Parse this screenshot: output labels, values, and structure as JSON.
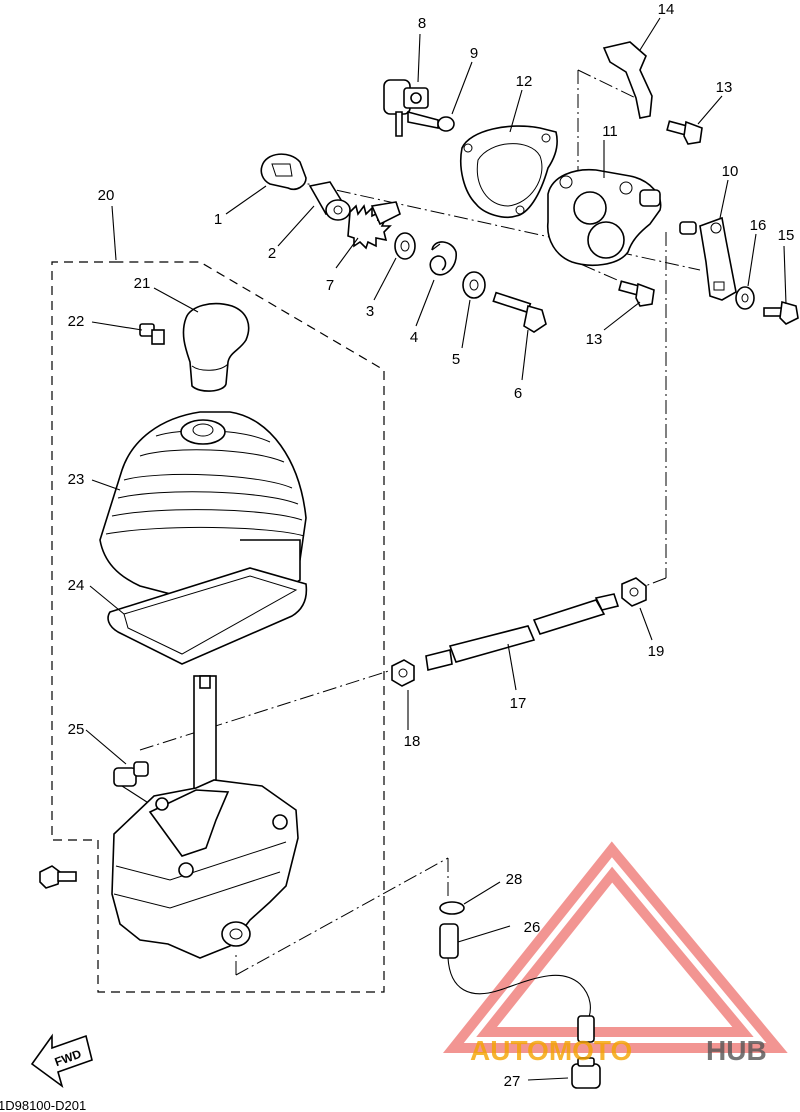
{
  "diagram": {
    "callouts": [
      {
        "id": "c1",
        "text": "1"
      },
      {
        "id": "c2",
        "text": "2"
      },
      {
        "id": "c3",
        "text": "3"
      },
      {
        "id": "c4",
        "text": "4"
      },
      {
        "id": "c5",
        "text": "5"
      },
      {
        "id": "c6",
        "text": "6"
      },
      {
        "id": "c7",
        "text": "7"
      },
      {
        "id": "c8",
        "text": "8"
      },
      {
        "id": "c9",
        "text": "9"
      },
      {
        "id": "c10",
        "text": "10"
      },
      {
        "id": "c11",
        "text": "11"
      },
      {
        "id": "c12",
        "text": "12"
      },
      {
        "id": "c13a",
        "text": "13"
      },
      {
        "id": "c13b",
        "text": "13"
      },
      {
        "id": "c14",
        "text": "14"
      },
      {
        "id": "c15",
        "text": "15"
      },
      {
        "id": "c16",
        "text": "16"
      },
      {
        "id": "c17",
        "text": "17"
      },
      {
        "id": "c18",
        "text": "18"
      },
      {
        "id": "c19",
        "text": "19"
      },
      {
        "id": "c20",
        "text": "20"
      },
      {
        "id": "c21",
        "text": "21"
      },
      {
        "id": "c22",
        "text": "22"
      },
      {
        "id": "c23",
        "text": "23"
      },
      {
        "id": "c24",
        "text": "24"
      },
      {
        "id": "c25",
        "text": "25"
      },
      {
        "id": "c26",
        "text": "26"
      },
      {
        "id": "c27",
        "text": "27"
      },
      {
        "id": "c28",
        "text": "28"
      }
    ],
    "direction_arrow": "FWD",
    "diagram_code": "1D98100-D201"
  },
  "watermark": {
    "text_left": "AUTOMOTO",
    "text_right": "HUB",
    "color": "#e8403a",
    "accent": "#f4a300"
  }
}
